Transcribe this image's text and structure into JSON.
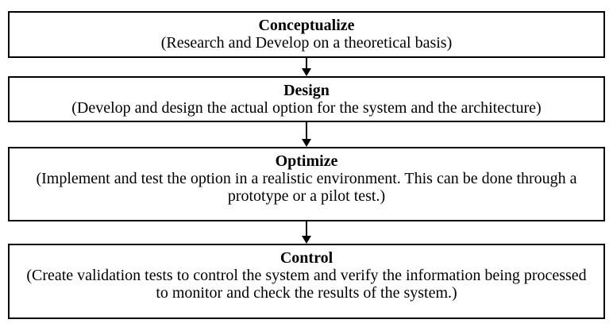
{
  "diagram": {
    "type": "flowchart",
    "direction": "top-down",
    "steps": [
      {
        "title": "Conceptualize",
        "description": "(Research and Develop on a theoretical basis)"
      },
      {
        "title": "Design",
        "description": "(Develop and design the actual option for the system and the architecture)"
      },
      {
        "title": "Optimize",
        "description": "(Implement and test the option in a realistic environment. This can be done through a\nprototype or a pilot test.)"
      },
      {
        "title": "Control",
        "description": "(Create validation tests to control the system and verify the information being processed\nto monitor and check the results of the system.)"
      }
    ],
    "connectors": [
      {
        "from": "Conceptualize",
        "to": "Design",
        "icon": "down-arrow"
      },
      {
        "from": "Design",
        "to": "Optimize",
        "icon": "down-arrow"
      },
      {
        "from": "Optimize",
        "to": "Control",
        "icon": "down-arrow"
      }
    ],
    "colors": {
      "background": "#ffffff",
      "box_fill": "#ffffff",
      "border": "#000000",
      "text": "#000000",
      "arrow": "#000000"
    }
  }
}
